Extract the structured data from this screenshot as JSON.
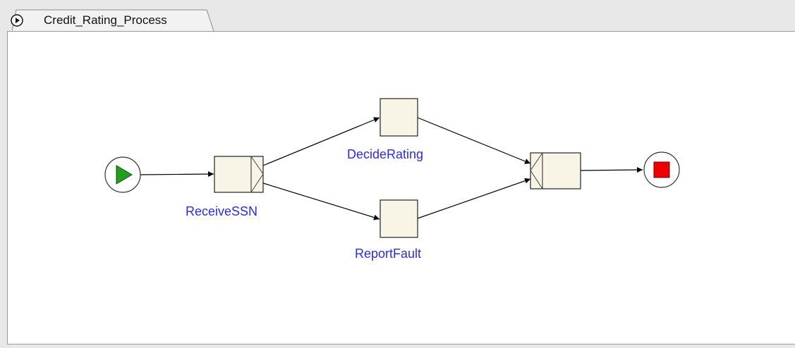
{
  "tab": {
    "title": "Credit_Rating_Process",
    "icon": "play-circle-icon"
  },
  "diagram": {
    "nodes": [
      {
        "id": "start",
        "kind": "start-event",
        "icon": "play-icon",
        "color": "#1fa01f"
      },
      {
        "id": "receive",
        "kind": "activity-split",
        "label": "ReceiveSSN"
      },
      {
        "id": "decide",
        "kind": "activity",
        "label": "DecideRating"
      },
      {
        "id": "report",
        "kind": "activity",
        "label": "ReportFault"
      },
      {
        "id": "join",
        "kind": "activity-join"
      },
      {
        "id": "end",
        "kind": "end-event",
        "icon": "stop-icon",
        "color": "#ee0000"
      }
    ],
    "edges": [
      {
        "from": "start",
        "to": "receive"
      },
      {
        "from": "receive",
        "to": "decide"
      },
      {
        "from": "receive",
        "to": "report"
      },
      {
        "from": "decide",
        "to": "join"
      },
      {
        "from": "report",
        "to": "join"
      },
      {
        "from": "join",
        "to": "end"
      }
    ],
    "colors": {
      "node_fill": "#f8f5e6",
      "label": "#2a2af0"
    }
  }
}
